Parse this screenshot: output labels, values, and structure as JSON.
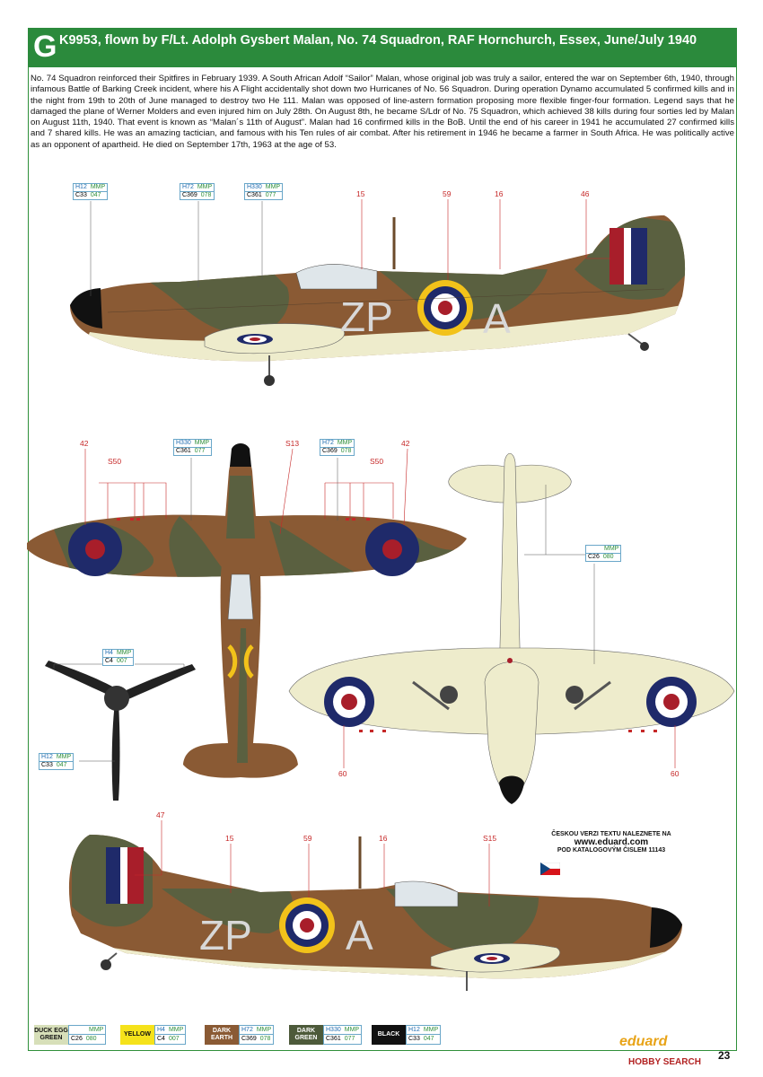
{
  "header": {
    "letter": "G",
    "title": "K9953, flown by F/Lt. Adolph Gysbert Malan, No. 74 Squadron, RAF Hornchurch, Essex, June/July 1940"
  },
  "description": "No. 74 Squadron reinforced their Spitfires in February 1939. A South African Adolf “Sailor” Malan, whose original job was truly a sailor, entered the war on September 6th, 1940, through infamous Battle of Barking Creek incident, where his A Flight accidentally shot down two Hurricanes of No. 56 Squadron. During operation Dynamo accumulated 5 confirmed kills and in the night from 19th to 20th of June managed to destroy two He 111. Malan was opposed of line-astern formation proposing more flexible finger-four formation. Legend says that he damaged the plane of Werner Molders and even injured him on July 28th. On August 8th, he became S/Ldr of No. 75 Squadron, which achieved 38 kills during four sorties led by Malan on August 11th, 1940. That event is known as “Malan´s 11th of August”. Malan had 16 confirmed kills in the BoB. Until the end of his career in 1941 he accumulated 27 confirmed kills and 7 shared kills. He was an amazing tactician, and famous with his Ten rules of air combat. After his retirement in 1946 he became a farmer in South Africa. He was politically active as an opponent of apartheid. He died on September 17th, 1963 at the age of 53.",
  "codes": {
    "c1": {
      "h": "H12",
      "m": "MMP",
      "c": "C33",
      "n": "047"
    },
    "c2": {
      "h": "H72",
      "m": "MMP",
      "c": "C369",
      "n": "078"
    },
    "c3": {
      "h": "H330",
      "m": "MMP",
      "c": "C361",
      "n": "077"
    },
    "c4": {
      "h": "H330",
      "m": "MMP",
      "c": "C361",
      "n": "077"
    },
    "c5": {
      "h": "H72",
      "m": "MMP",
      "c": "C369",
      "n": "078"
    },
    "c6": {
      "m": "MMP",
      "c": "C26",
      "n": "080"
    },
    "c7": {
      "h": "H4",
      "m": "MMP",
      "c": "C4",
      "n": "007"
    },
    "c8": {
      "h": "H12",
      "m": "MMP",
      "c": "C33",
      "n": "047"
    }
  },
  "numbers": {
    "n15a": "15",
    "n59a": "59",
    "n16a": "16",
    "n46": "46",
    "n42a": "42",
    "s50a": "S50",
    "s13": "S13",
    "s50b": "S50",
    "n42b": "42",
    "n60a": "60",
    "n60b": "60",
    "n47": "47",
    "n15b": "15",
    "n59b": "59",
    "n16b": "16",
    "s15": "S15"
  },
  "markings": {
    "codeLeft": "ZP",
    "codeRight": "A"
  },
  "czech": {
    "line1": "ČESKOU VERZI TEXTU NALEZNETE NA",
    "url": "www.eduard.com",
    "line2": "POD KATALOGOVÝM ČISLEM 11143"
  },
  "legend": [
    {
      "name": "DUCK EGG GREEN",
      "color": "#d7dfb9",
      "text": "#111",
      "m": "MMP",
      "c": "C26",
      "n": "080",
      "h": ""
    },
    {
      "name": "YELLOW",
      "color": "#f5e21b",
      "text": "#111",
      "m": "MMP",
      "c": "C4",
      "n": "007",
      "h": "H4"
    },
    {
      "name": "DARK EARTH",
      "color": "#8a5a34",
      "text": "#fff",
      "m": "MMP",
      "c": "C369",
      "n": "078",
      "h": "H72"
    },
    {
      "name": "DARK GREEN",
      "color": "#4d5a3a",
      "text": "#fff",
      "m": "MMP",
      "c": "C361",
      "n": "077",
      "h": "H330"
    },
    {
      "name": "BLACK",
      "color": "#111111",
      "text": "#fff",
      "m": "MMP",
      "c": "C33",
      "n": "047",
      "h": "H12"
    }
  ],
  "footer": {
    "brand": "eduard",
    "page": "23",
    "watermark": "HOBBY SEARCH"
  },
  "colors": {
    "header": "#2b8a3c",
    "earth": "#8a5a34",
    "green": "#5a6040",
    "underside": "#eeeccc",
    "roundelBlue": "#1f2a6a",
    "roundelRed": "#a81e2a"
  }
}
